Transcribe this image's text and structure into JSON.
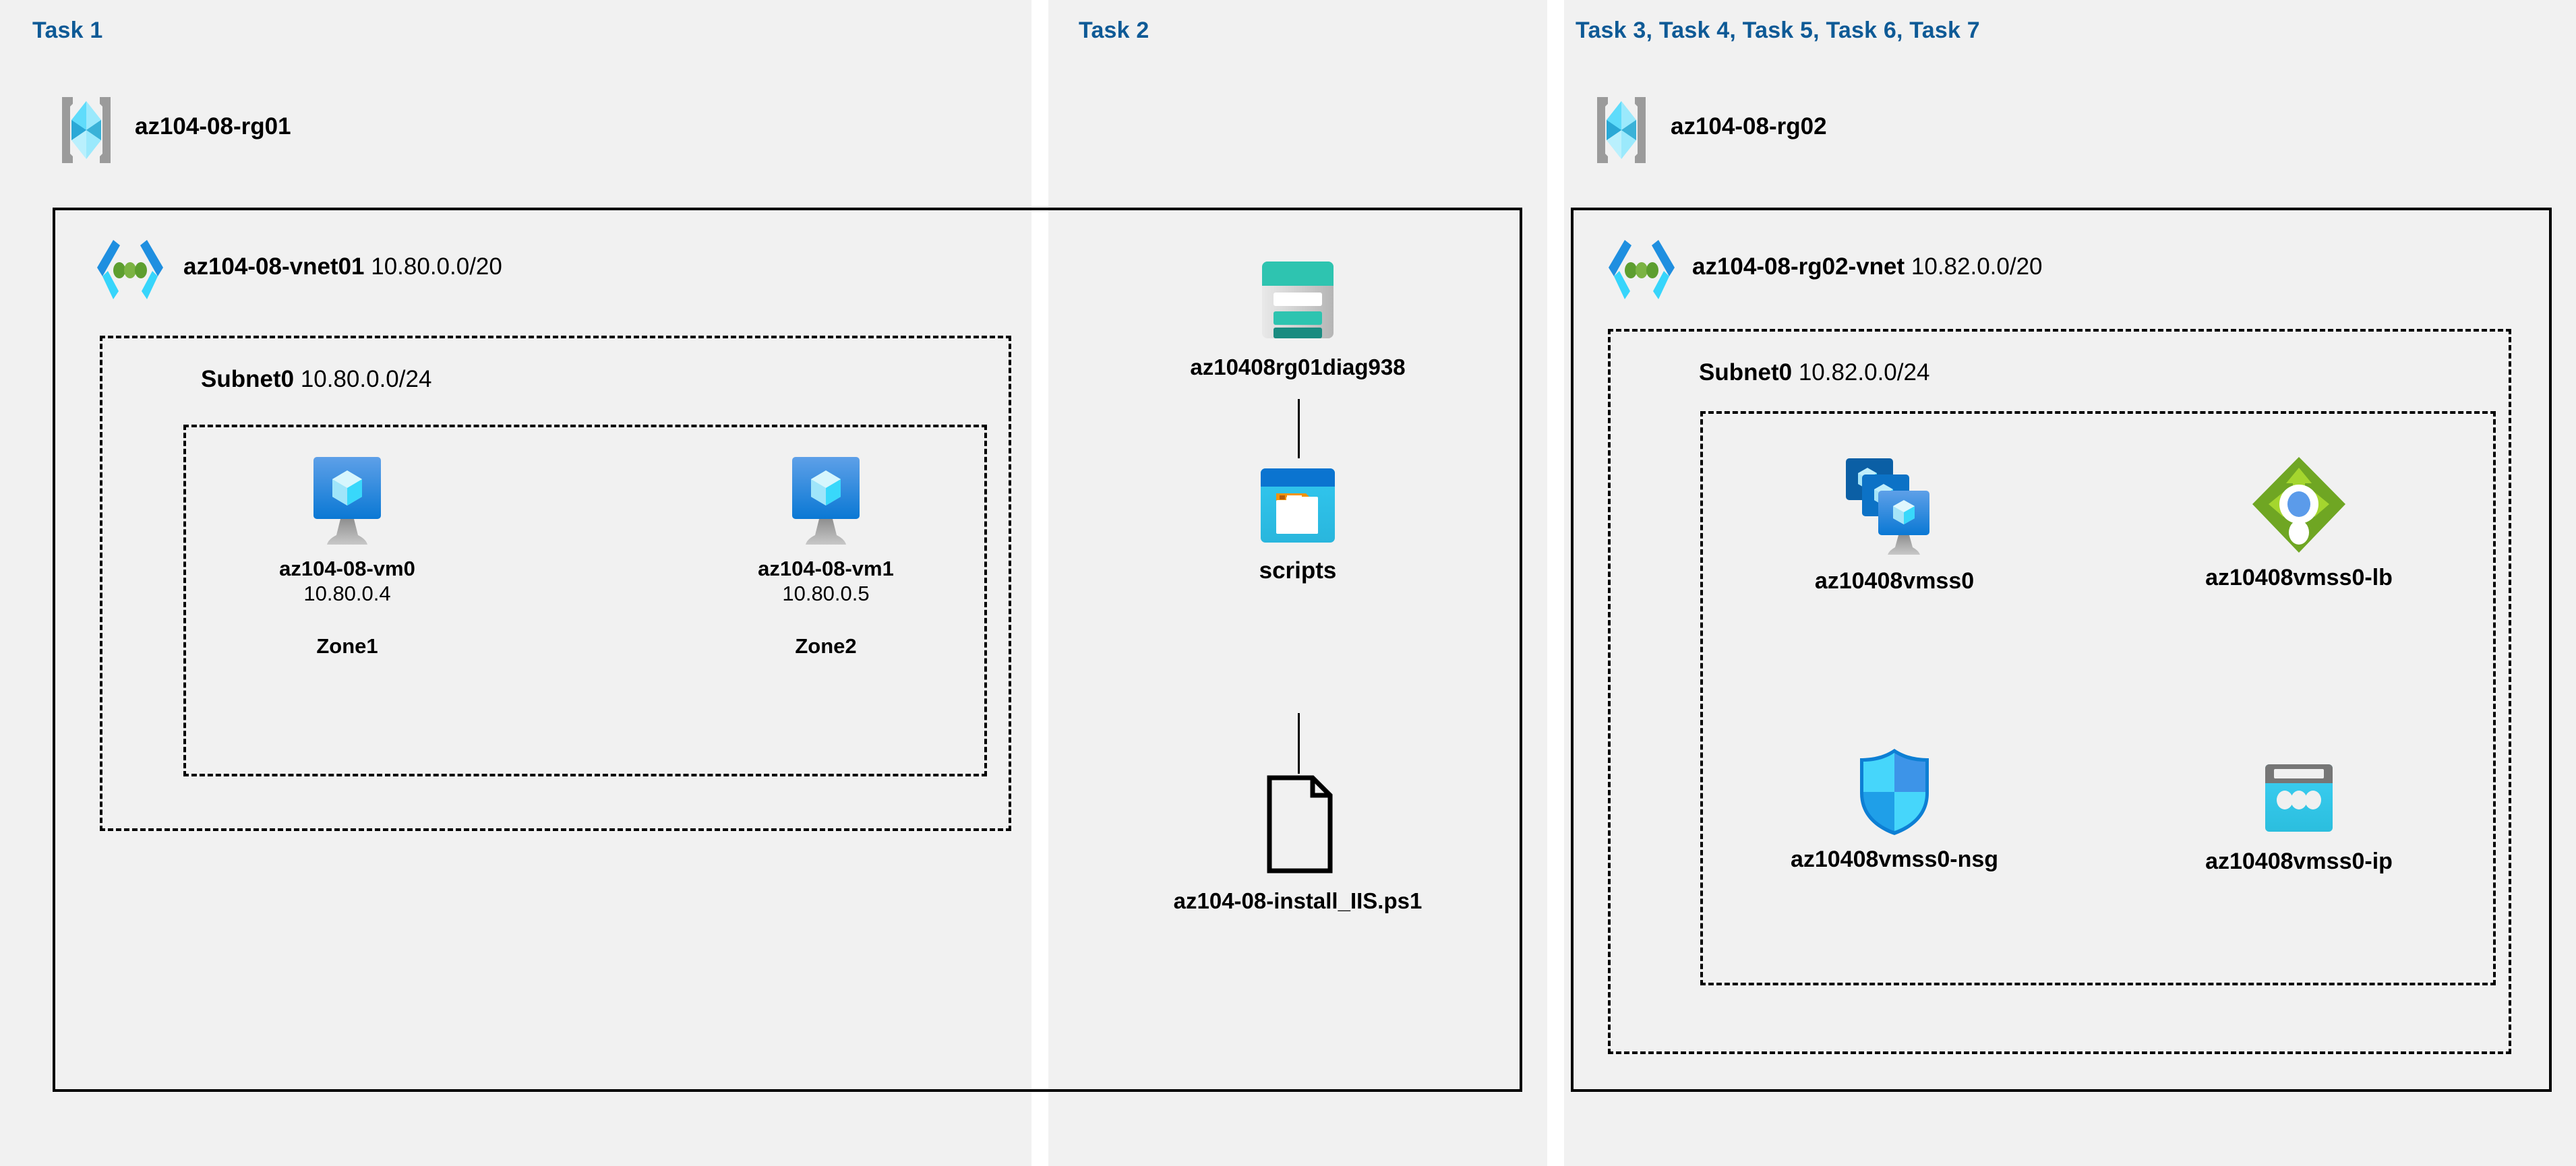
{
  "panels": [
    {
      "id": "task1",
      "label": "Task 1"
    },
    {
      "id": "task2",
      "label": "Task 2"
    },
    {
      "id": "task3",
      "label": "Task 3, Task 4, Task 5, Task 6, Task 7"
    }
  ],
  "task1": {
    "resource_group": {
      "name": "az104-08-rg01",
      "icon": "resource-group-icon"
    },
    "vnet": {
      "name": "az104-08-vnet01",
      "cidr": "10.80.0.0/20",
      "icon": "virtual-network-icon"
    },
    "subnet": {
      "name": "Subnet0",
      "cidr": "10.80.0.0/24"
    },
    "vms": [
      {
        "name": "az104-08-vm0",
        "ip": "10.80.0.4",
        "zone": "Zone1",
        "icon": "virtual-machine-icon"
      },
      {
        "name": "az104-08-vm1",
        "ip": "10.80.0.5",
        "zone": "Zone2",
        "icon": "virtual-machine-icon"
      }
    ]
  },
  "task2": {
    "storage_account": {
      "name": "az10408rg01diag938",
      "icon": "storage-account-icon"
    },
    "container": {
      "name": "scripts",
      "icon": "blob-container-icon"
    },
    "file": {
      "name": "az104-08-install_IIS.ps1",
      "icon": "file-icon"
    }
  },
  "task3": {
    "resource_group": {
      "name": "az104-08-rg02",
      "icon": "resource-group-icon"
    },
    "vnet": {
      "name": "az104-08-rg02-vnet",
      "cidr": "10.82.0.0/20",
      "icon": "virtual-network-icon"
    },
    "subnet": {
      "name": "Subnet0",
      "cidr": "10.82.0.0/24"
    },
    "resources": [
      {
        "name": "az10408vmss0",
        "icon": "vm-scale-set-icon"
      },
      {
        "name": "az10408vmss0-lb",
        "icon": "load-balancer-icon"
      },
      {
        "name": "az10408vmss0-nsg",
        "icon": "network-security-group-icon"
      },
      {
        "name": "az10408vmss0-ip",
        "icon": "public-ip-address-icon"
      }
    ]
  },
  "colors": {
    "task_label": "#0e5a96",
    "panel_bg": "#f1f1f1",
    "page_bg": "#ffffff",
    "border": "#000000",
    "azure_blue": "#0078d4",
    "cyan": "#32c8f0",
    "teal": "#2ec4b0",
    "green": "#6fa623",
    "orange": "#f2930d",
    "gray": "#a0a0a0"
  }
}
